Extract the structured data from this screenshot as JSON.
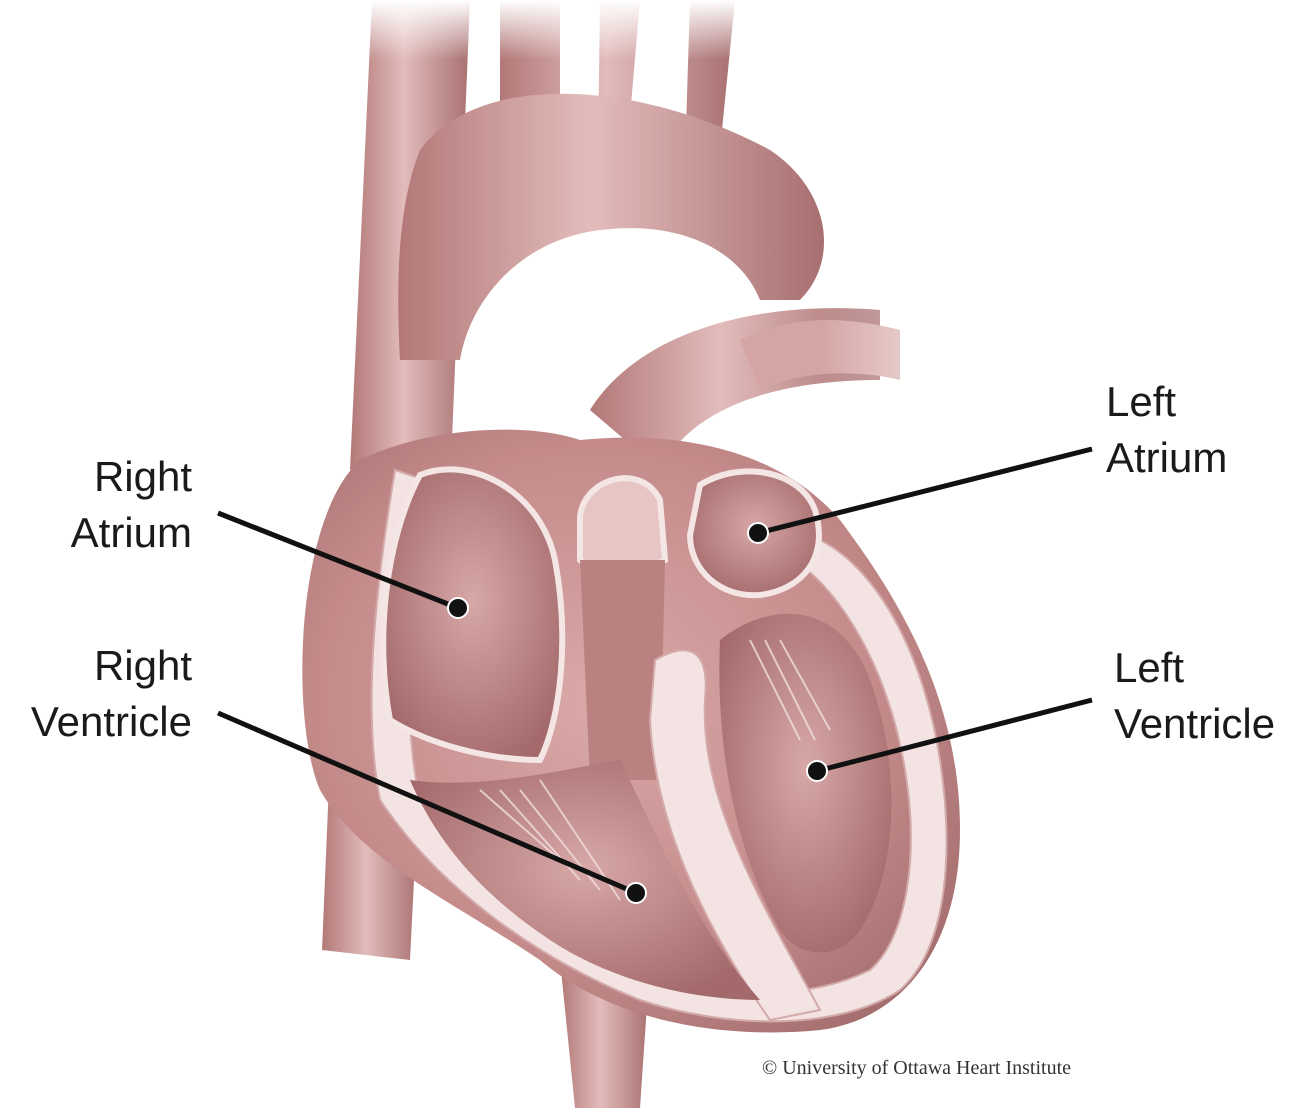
{
  "labels": {
    "right_atrium": {
      "line1": "Right",
      "line2": "Atrium"
    },
    "right_ventricle": {
      "line1": "Right",
      "line2": "Ventricle"
    },
    "left_atrium": {
      "line1": "Left",
      "line2": "Atrium"
    },
    "left_ventricle": {
      "line1": "Left",
      "line2": "Ventricle"
    }
  },
  "credit": "© University of Ottawa Heart Institute",
  "colors": {
    "tissue": "#c9908f",
    "tissue_dark": "#9c5f60",
    "tissue_light": "#ecd3d2",
    "wall_light": "#f5e6e6",
    "leader": "#111111"
  }
}
